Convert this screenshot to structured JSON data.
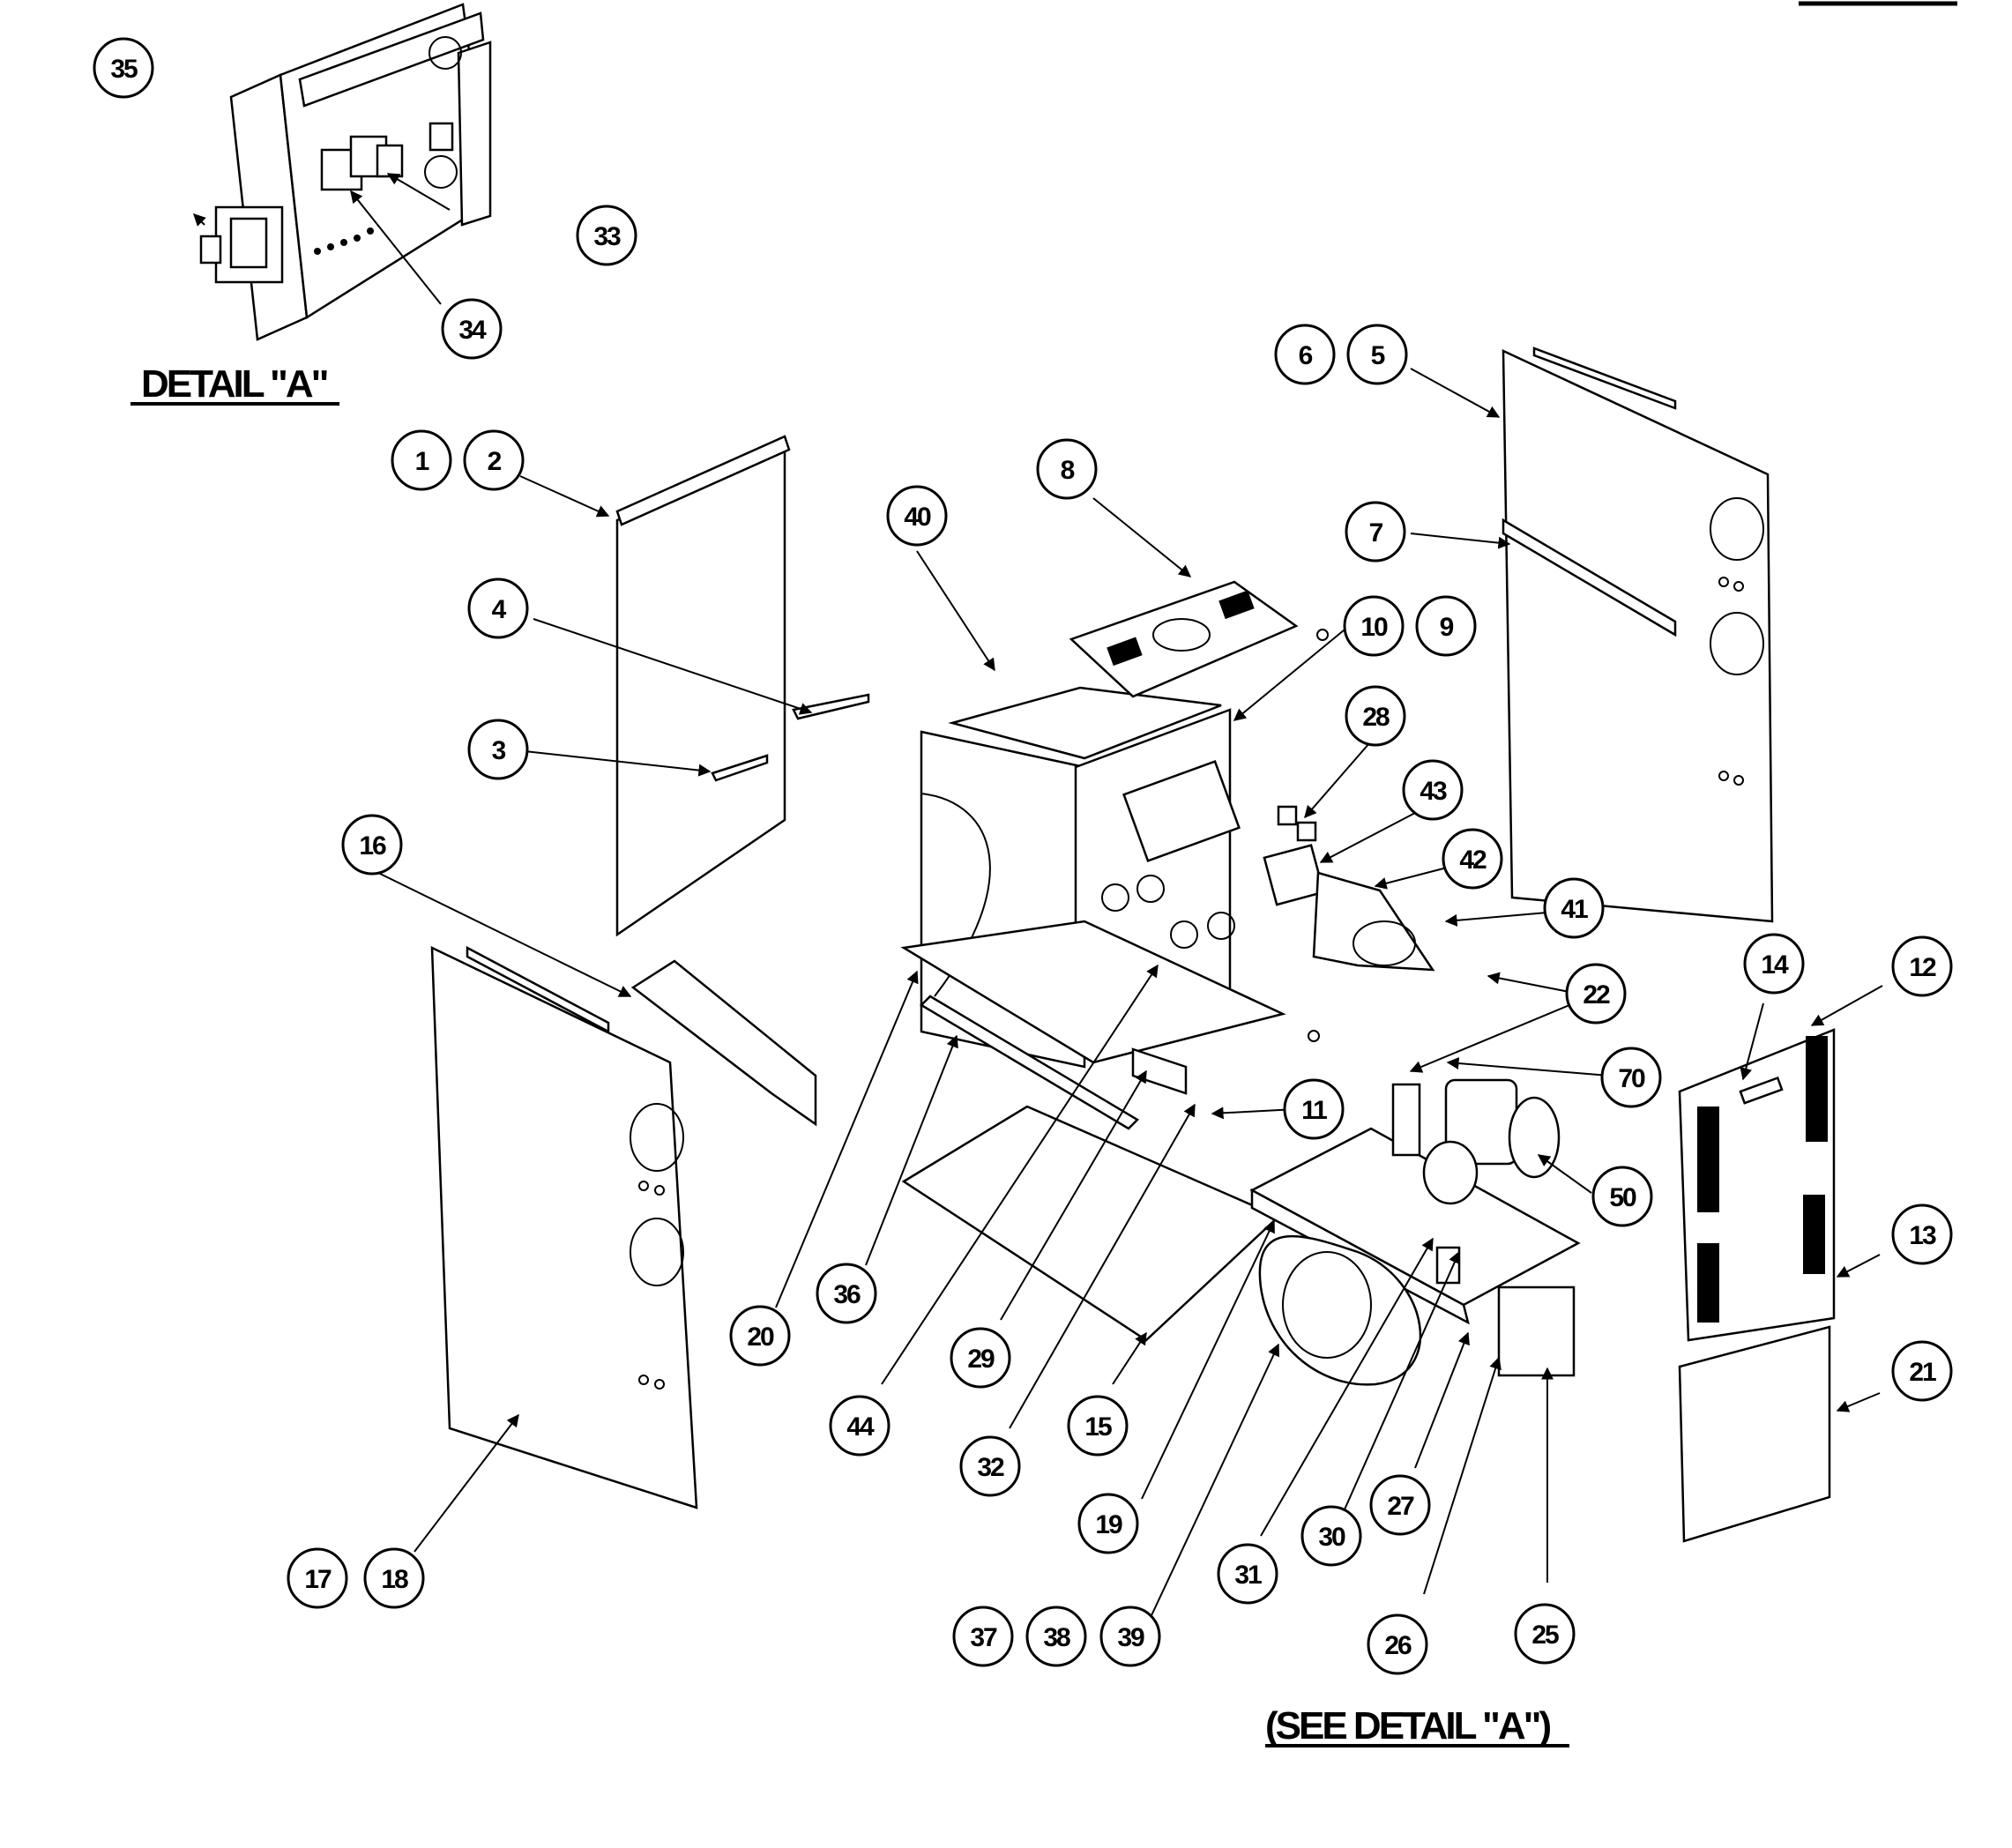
{
  "captions": {
    "detail_a": "DETAIL \"A\"",
    "see_detail_a": "(SEE DETAIL \"A\")"
  },
  "callouts": [
    {
      "label": "35"
    },
    {
      "label": "33"
    },
    {
      "label": "34"
    },
    {
      "label": "1"
    },
    {
      "label": "2"
    },
    {
      "label": "4"
    },
    {
      "label": "3"
    },
    {
      "label": "16"
    },
    {
      "label": "17"
    },
    {
      "label": "18"
    },
    {
      "label": "40"
    },
    {
      "label": "8"
    },
    {
      "label": "10"
    },
    {
      "label": "9"
    },
    {
      "label": "28"
    },
    {
      "label": "43"
    },
    {
      "label": "42"
    },
    {
      "label": "41"
    },
    {
      "label": "22"
    },
    {
      "label": "70"
    },
    {
      "label": "11"
    },
    {
      "label": "50"
    },
    {
      "label": "6"
    },
    {
      "label": "5"
    },
    {
      "label": "7"
    },
    {
      "label": "14"
    },
    {
      "label": "12"
    },
    {
      "label": "13"
    },
    {
      "label": "21"
    },
    {
      "label": "20"
    },
    {
      "label": "36"
    },
    {
      "label": "44"
    },
    {
      "label": "29"
    },
    {
      "label": "32"
    },
    {
      "label": "15"
    },
    {
      "label": "19"
    },
    {
      "label": "31"
    },
    {
      "label": "30"
    },
    {
      "label": "27"
    },
    {
      "label": "26"
    },
    {
      "label": "25"
    },
    {
      "label": "37"
    },
    {
      "label": "38"
    },
    {
      "label": "39"
    }
  ]
}
